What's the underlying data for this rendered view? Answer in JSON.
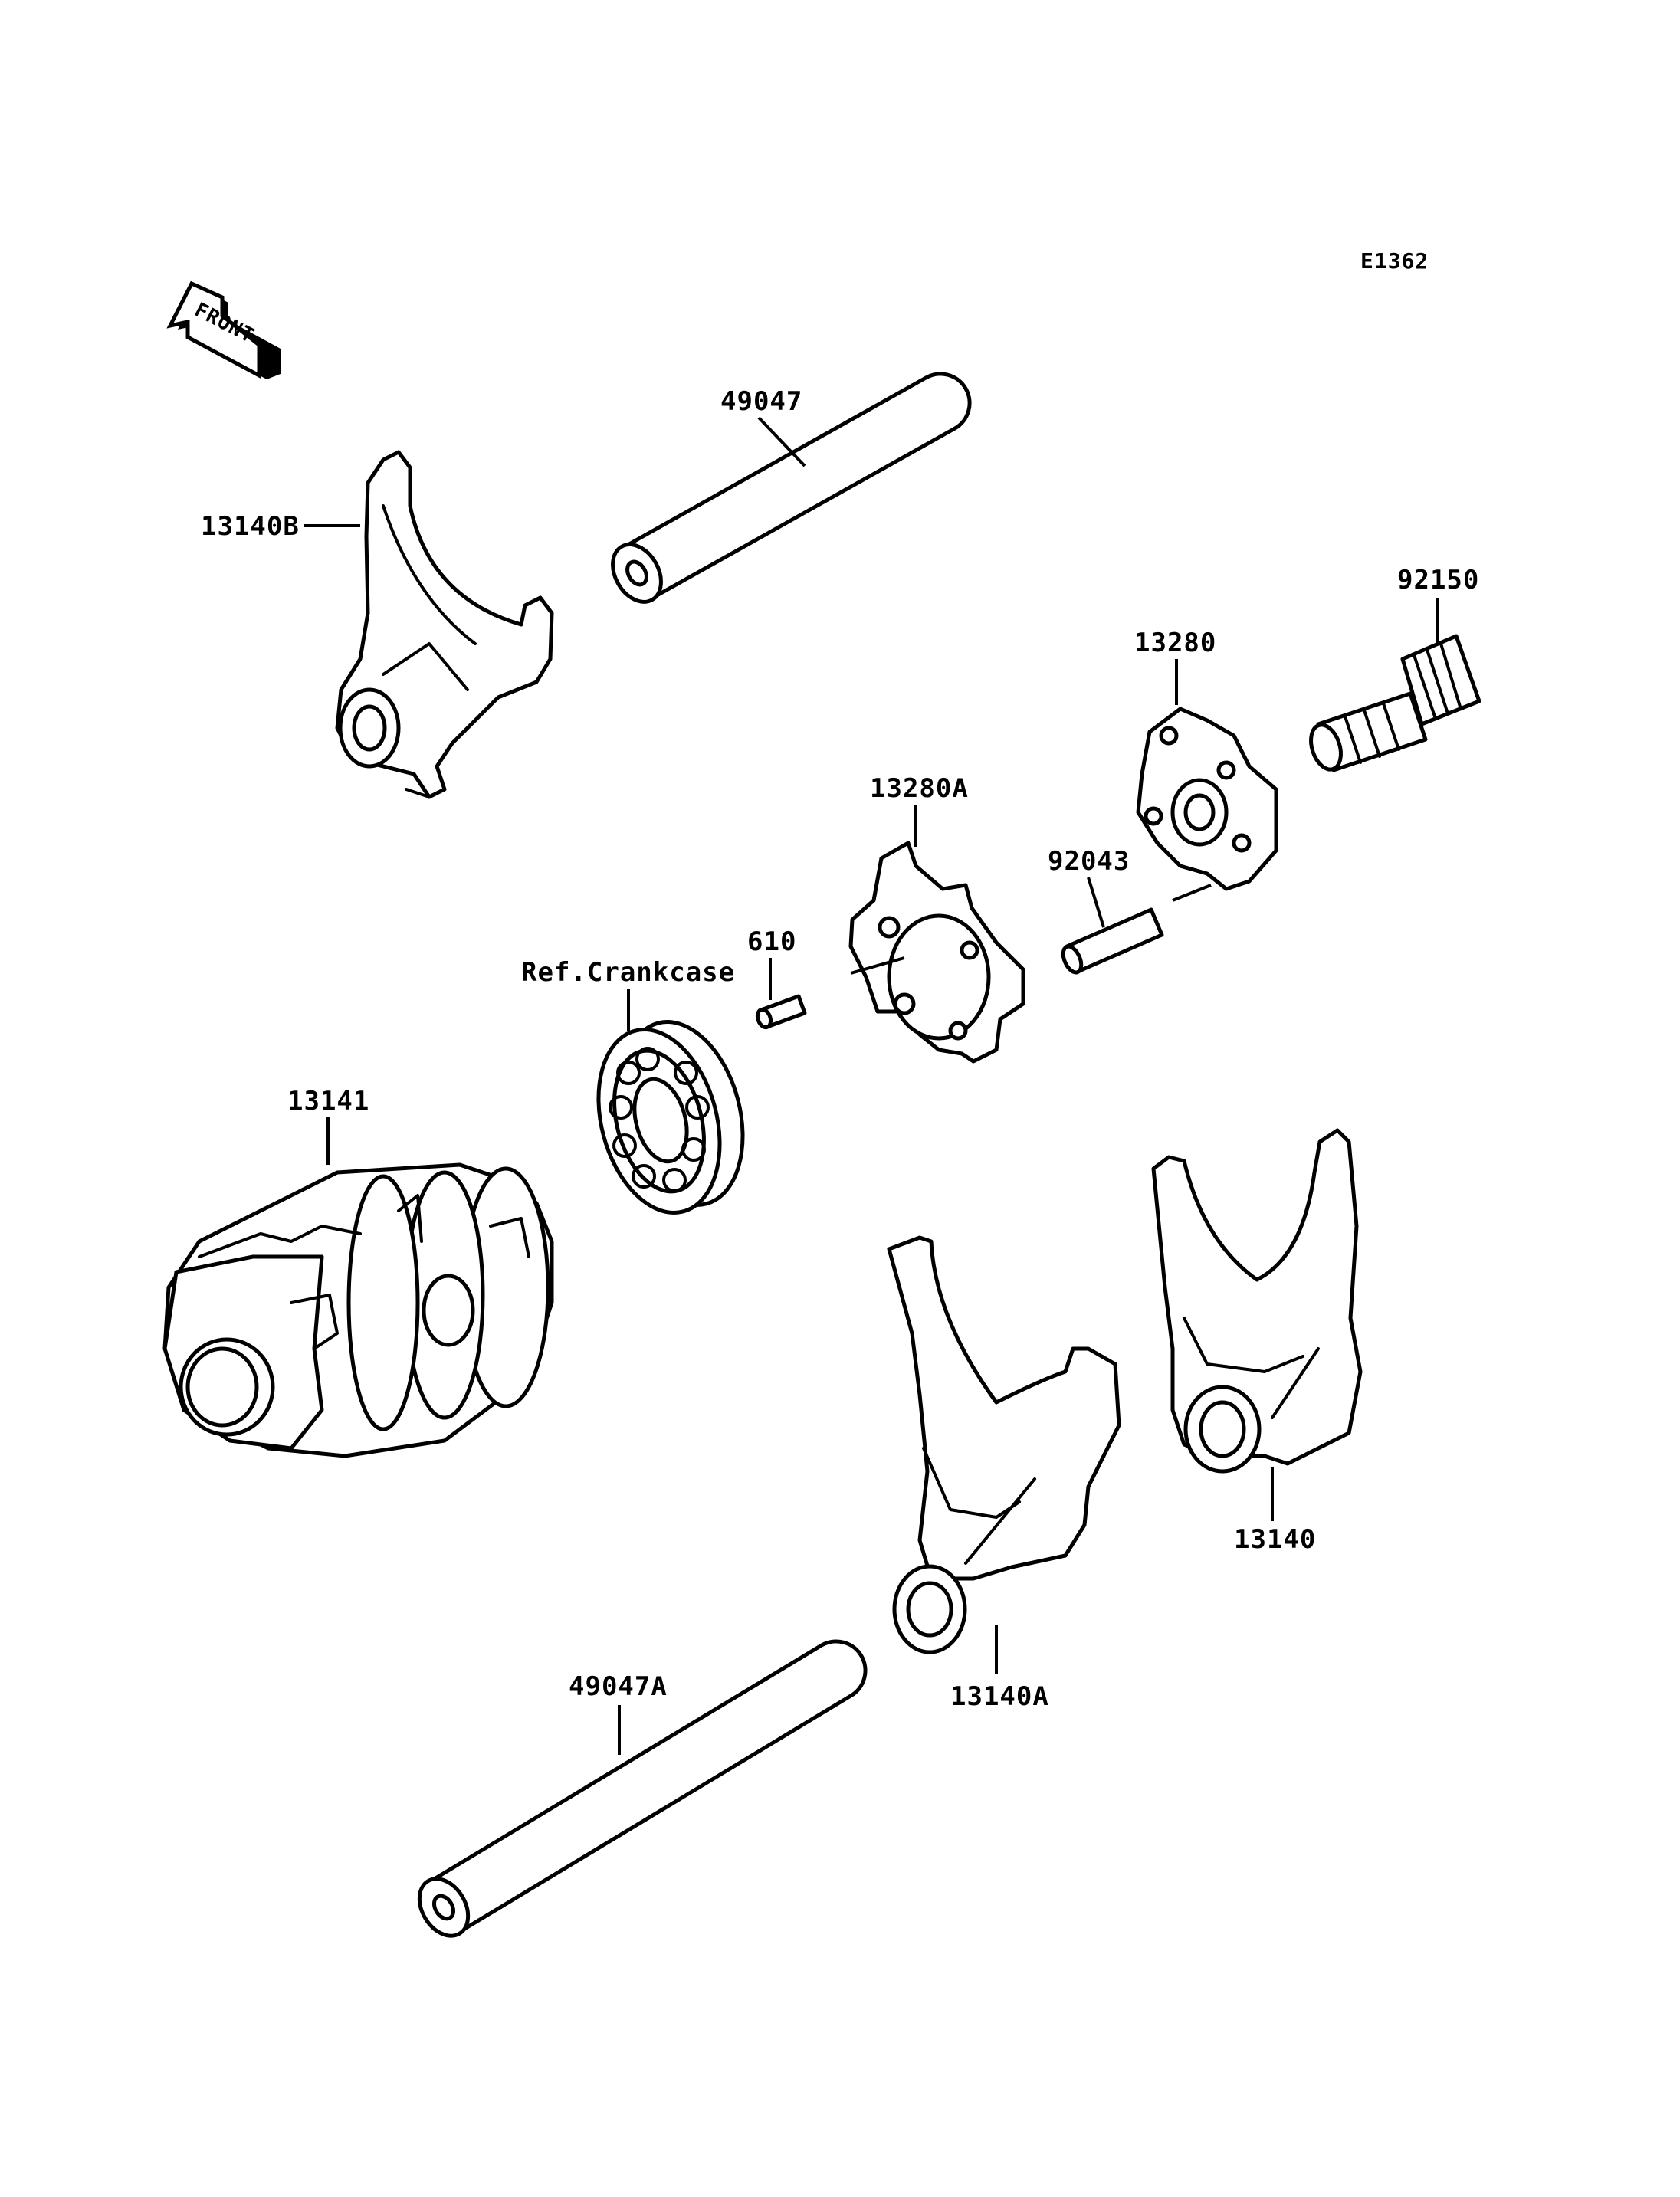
{
  "diagram_code": "E1362",
  "front_arrow": {
    "text": "FRONT",
    "icon": "front-direction-arrow-icon"
  },
  "labels": {
    "shaft_upper": "49047",
    "fork_b": "13140B",
    "pin_bolt": "92150",
    "cam_plate": "13280",
    "cam_a": "13280A",
    "pin": "92043",
    "dowel": "610",
    "crankcase_ref": "Ref.Crankcase",
    "drum": "13141",
    "fork_c": "13140",
    "fork_a": "13140A",
    "shaft_lower": "49047A"
  }
}
